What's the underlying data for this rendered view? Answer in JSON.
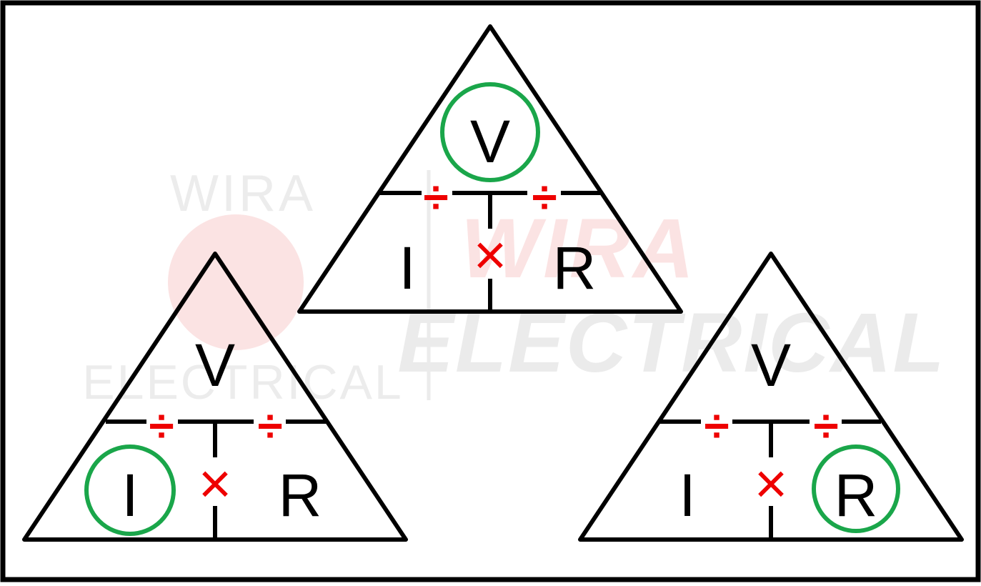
{
  "colors": {
    "line": "#000000",
    "operator": "#ee0000",
    "highlight": "#1aa64a",
    "watermark_gray": "#ebebeb",
    "watermark_red": "#fbe3e3"
  },
  "watermark": {
    "left_line1": "WIRA",
    "left_line2": "ELECTRICAL",
    "right_line1": "WIRA",
    "right_line2": "ELECTRICAL"
  },
  "triangles": [
    {
      "id": "top",
      "top_letter": "V",
      "left_letter": "I",
      "right_letter": "R",
      "multiply_symbol": "×",
      "divide_symbol": "÷",
      "highlighted": "V"
    },
    {
      "id": "bottom-left",
      "top_letter": "V",
      "left_letter": "I",
      "right_letter": "R",
      "multiply_symbol": "×",
      "divide_symbol": "÷",
      "highlighted": "I"
    },
    {
      "id": "bottom-right",
      "top_letter": "V",
      "left_letter": "I",
      "right_letter": "R",
      "multiply_symbol": "×",
      "divide_symbol": "÷",
      "highlighted": "R"
    }
  ]
}
